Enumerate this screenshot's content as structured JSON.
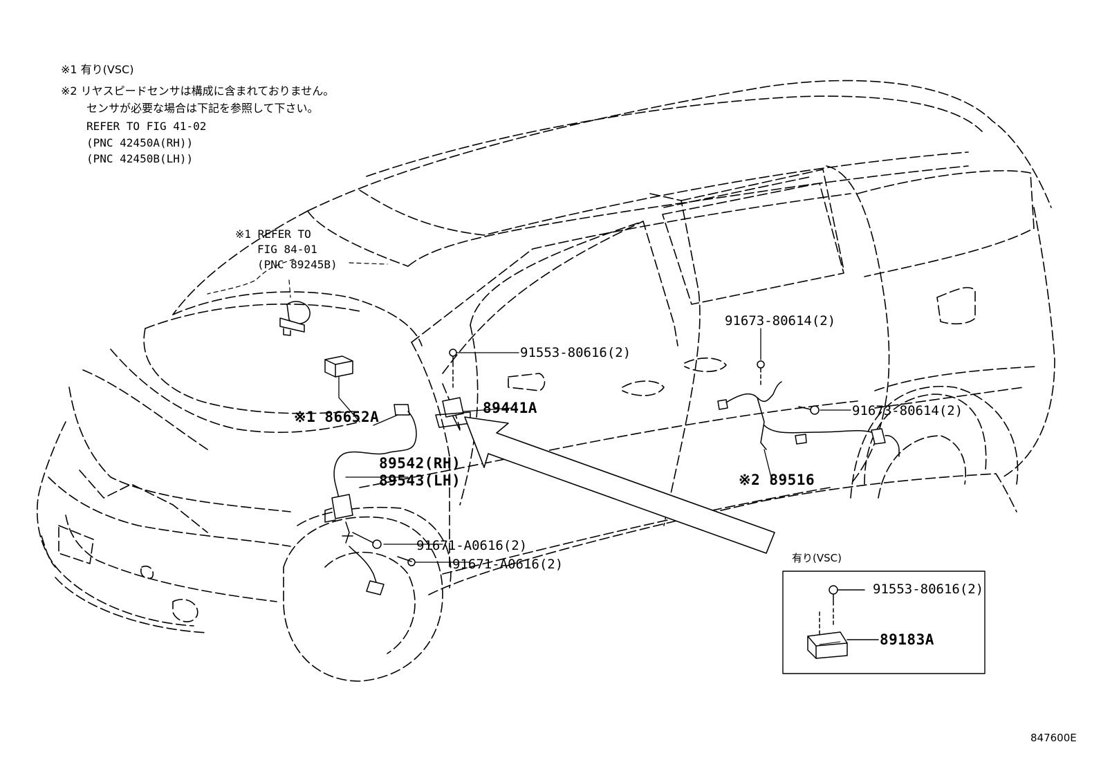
{
  "notes": {
    "note1": "※1 有り(VSC)",
    "note2_line1": "※2 リヤスピードセンサは構成に含まれておりません。",
    "note2_line2": "センサが必要な場合は下記を参照して下さい。",
    "note2_line3": "REFER TO FIG 41-02",
    "note2_line4": "(PNC 42450A(RH))",
    "note2_line5": "(PNC 42450B(LH))"
  },
  "refer_block": {
    "line1": "※1 REFER TO",
    "line2": "FIG 84-01",
    "line3": "(PNC 89245B)"
  },
  "part_labels": {
    "p86652a": "※1 86652A",
    "p91553_top": "91553-80616(2)",
    "p89441a": "89441A",
    "p89542": "89542(RH)",
    "p89543": "89543(LH)",
    "p91671_a": "91671-A0616(2)",
    "p91671_b": "91671-A0616(2)",
    "p91673_a": "91673-80614(2)",
    "p91673_b": "91673-80614(2)",
    "p89516": "※2 89516"
  },
  "inset": {
    "title": "有り(VSC)",
    "bolt_label": "91553-80616(2)",
    "part_label": "89183A"
  },
  "figure_id": "847600E"
}
